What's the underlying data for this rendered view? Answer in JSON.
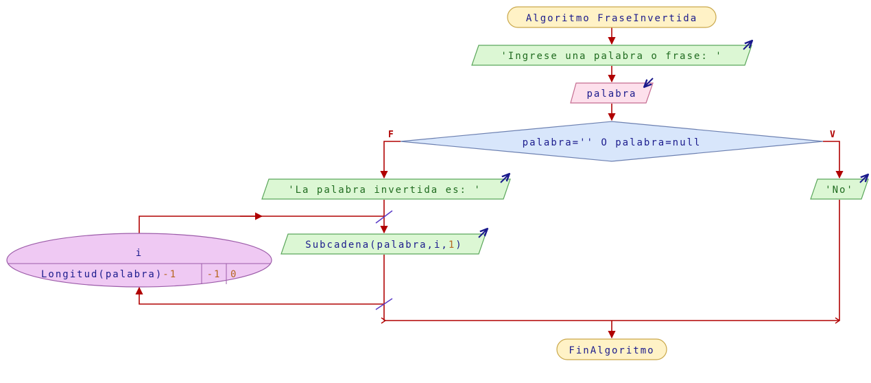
{
  "colors": {
    "terminal_fill": "#fff2c6",
    "terminal_stroke": "#c9a74a",
    "output_fill": "#dcf7d4",
    "output_stroke": "#5aa65a",
    "input_fill": "#fde0ec",
    "input_stroke": "#c46a8f",
    "decision_fill": "#d8e6fb",
    "decision_stroke": "#6b7fb0",
    "loop_fill": "#efc9f3",
    "loop_stroke": "#9b5aa8",
    "edge": "#b00000",
    "keyword_text": "#1a1a8c",
    "string_text": "#1f6b1f",
    "number_text": "#b5651d",
    "io_arrow": "#1a1a8c",
    "loop_marker": "#5a3cc8"
  },
  "nodes": {
    "start": {
      "label": "Algoritmo FraseInvertida"
    },
    "prompt": {
      "label": "'Ingrese una palabra o frase: '",
      "io_icon": "output-arrow-icon"
    },
    "read": {
      "label": "palabra",
      "io_icon": "input-arrow-icon"
    },
    "decision": {
      "label": "palabra='' O palabra=null",
      "false_flag": "F",
      "true_flag": "V"
    },
    "msg_false": {
      "label": "'La palabra invertida es: '",
      "io_icon": "output-arrow-icon"
    },
    "msg_true": {
      "label": "'No'",
      "io_icon": "output-arrow-icon"
    },
    "loop": {
      "variable": "i",
      "start_expr": "Longitud(palabra)",
      "start_offset": "-1",
      "step": "-1",
      "end": "0"
    },
    "substr": {
      "fn": "Subcadena",
      "args_open": "(palabra,i,",
      "arg_num": "1",
      "args_close": ")",
      "io_icon": "output-arrow-icon"
    },
    "end": {
      "label": "FinAlgoritmo"
    }
  }
}
